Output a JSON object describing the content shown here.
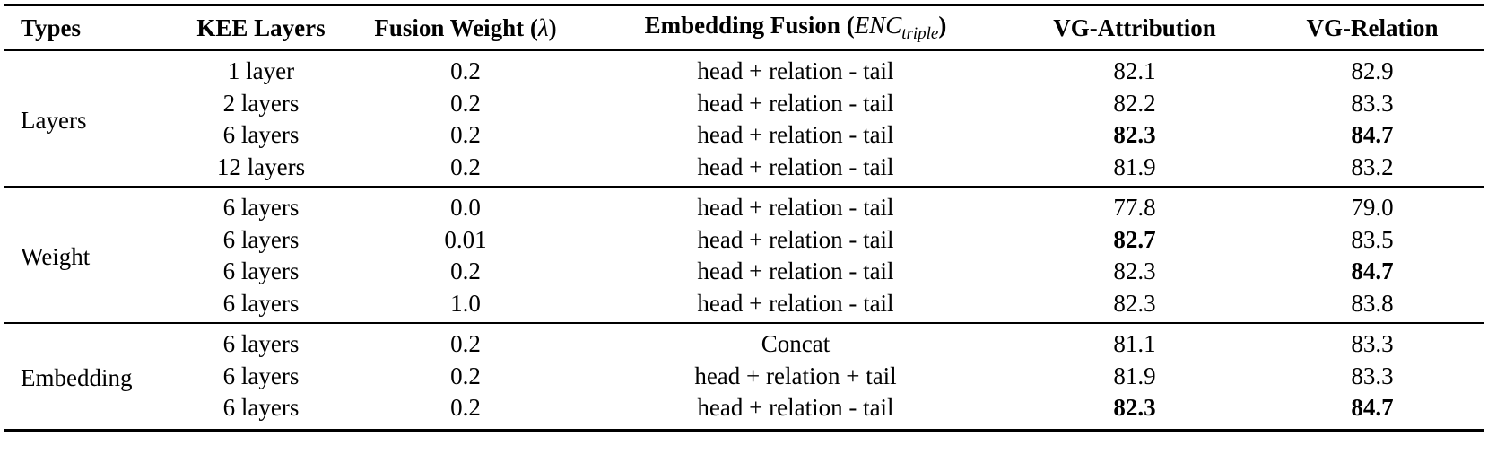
{
  "headers": {
    "types": "Types",
    "kee_layers": "KEE Layers",
    "fusion_weight_text": "Fusion Weight (",
    "fusion_weight_symbol": "λ",
    "fusion_weight_close": ")",
    "embedding_fusion_text": "Embedding Fusion (",
    "embedding_fusion_math": "ENC",
    "embedding_fusion_sub": "triple",
    "embedding_fusion_close": ")",
    "vg_attribution": "VG-Attribution",
    "vg_relation": "VG-Relation"
  },
  "groups": [
    {
      "type": "Layers",
      "rows": [
        {
          "kee": "1 layer",
          "weight": "0.2",
          "fusion": "head + relation - tail",
          "attr": "82.1",
          "rel": "82.9",
          "attr_best": false,
          "rel_best": false
        },
        {
          "kee": "2 layers",
          "weight": "0.2",
          "fusion": "head + relation - tail",
          "attr": "82.2",
          "rel": "83.3",
          "attr_best": false,
          "rel_best": false
        },
        {
          "kee": "6 layers",
          "weight": "0.2",
          "fusion": "head + relation - tail",
          "attr": "82.3",
          "rel": "84.7",
          "attr_best": true,
          "rel_best": true
        },
        {
          "kee": "12 layers",
          "weight": "0.2",
          "fusion": "head + relation - tail",
          "attr": "81.9",
          "rel": "83.2",
          "attr_best": false,
          "rel_best": false
        }
      ]
    },
    {
      "type": "Weight",
      "rows": [
        {
          "kee": "6 layers",
          "weight": "0.0",
          "fusion": "head + relation - tail",
          "attr": "77.8",
          "rel": "79.0",
          "attr_best": false,
          "rel_best": false
        },
        {
          "kee": "6 layers",
          "weight": "0.01",
          "fusion": "head + relation - tail",
          "attr": "82.7",
          "rel": "83.5",
          "attr_best": true,
          "rel_best": false
        },
        {
          "kee": "6 layers",
          "weight": "0.2",
          "fusion": "head + relation - tail",
          "attr": "82.3",
          "rel": "84.7",
          "attr_best": false,
          "rel_best": true
        },
        {
          "kee": "6 layers",
          "weight": "1.0",
          "fusion": "head + relation - tail",
          "attr": "82.3",
          "rel": "83.8",
          "attr_best": false,
          "rel_best": false
        }
      ]
    },
    {
      "type": "Embedding",
      "rows": [
        {
          "kee": "6 layers",
          "weight": "0.2",
          "fusion": "Concat",
          "attr": "81.1",
          "rel": "83.3",
          "attr_best": false,
          "rel_best": false
        },
        {
          "kee": "6 layers",
          "weight": "0.2",
          "fusion": "head + relation + tail",
          "attr": "81.9",
          "rel": "83.3",
          "attr_best": false,
          "rel_best": false
        },
        {
          "kee": "6 layers",
          "weight": "0.2",
          "fusion": "head + relation - tail",
          "attr": "82.3",
          "rel": "84.7",
          "attr_best": true,
          "rel_best": true
        }
      ]
    }
  ]
}
